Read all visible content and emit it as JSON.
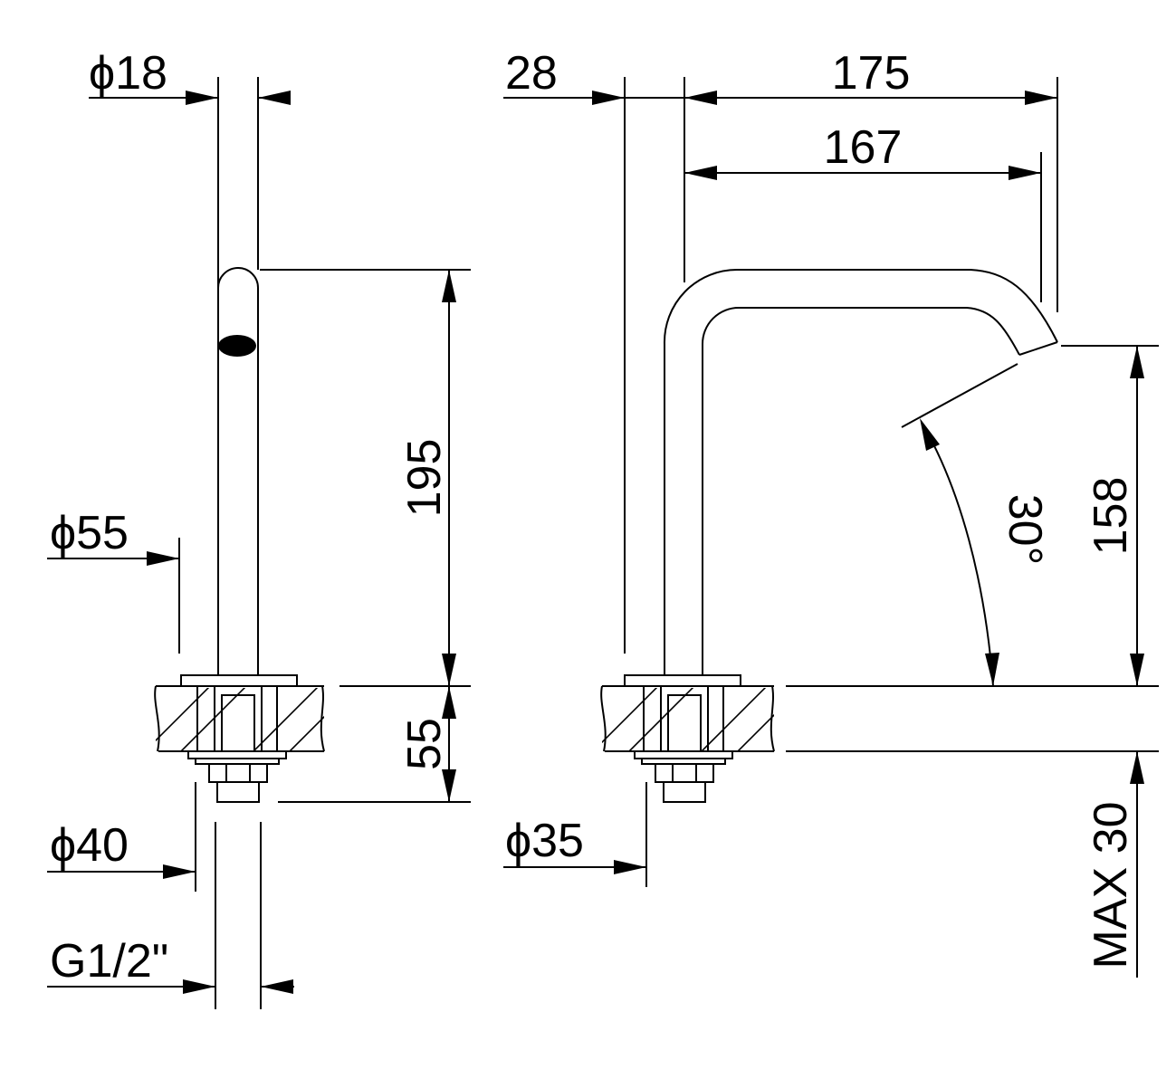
{
  "dimensions": {
    "d18": "ϕ18",
    "d55": "ϕ55",
    "d40": "ϕ40",
    "g12": "G1/2\"",
    "h195": "195",
    "h55": "55",
    "w28": "28",
    "w175": "175",
    "w167": "167",
    "d35": "ϕ35",
    "angle30": "30°",
    "h158": "158",
    "max30": "MAX 30"
  },
  "colors": {
    "stroke": "#000000",
    "background": "#ffffff"
  }
}
